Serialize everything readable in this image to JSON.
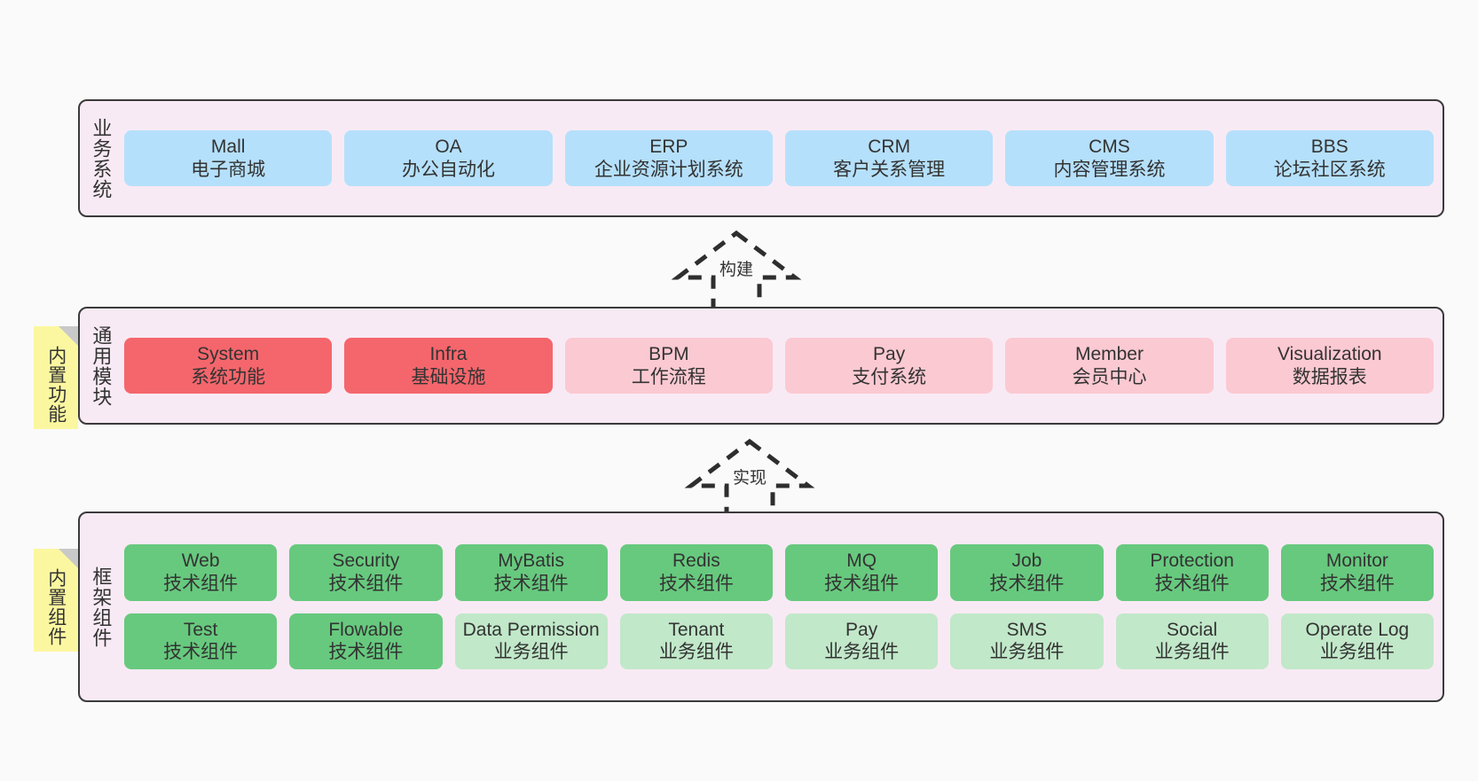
{
  "diagram": {
    "background": "#fafafa",
    "layer_bg": "#f8eaf4",
    "note_bg": "#fbf7a0",
    "colors": {
      "business": "#b5e0fb",
      "core_module": "#f4666c",
      "module": "#fbc9d2",
      "tech_component": "#67c97e",
      "biz_component": "#c1e8c9"
    }
  },
  "layers": {
    "business": {
      "title": "业务系统",
      "items": [
        {
          "en": "Mall",
          "zh": "电子商城"
        },
        {
          "en": "OA",
          "zh": "办公自动化"
        },
        {
          "en": "ERP",
          "zh": "企业资源计划系统"
        },
        {
          "en": "CRM",
          "zh": "客户关系管理"
        },
        {
          "en": "CMS",
          "zh": "内容管理系统"
        },
        {
          "en": "BBS",
          "zh": "论坛社区系统"
        }
      ]
    },
    "common": {
      "title": "通用模块",
      "note": "内置功能",
      "items": [
        {
          "en": "System",
          "zh": "系统功能",
          "tone": "core"
        },
        {
          "en": "Infra",
          "zh": "基础设施",
          "tone": "core"
        },
        {
          "en": "BPM",
          "zh": "工作流程",
          "tone": "normal"
        },
        {
          "en": "Pay",
          "zh": "支付系统",
          "tone": "normal"
        },
        {
          "en": "Member",
          "zh": "会员中心",
          "tone": "normal"
        },
        {
          "en": "Visualization",
          "zh": "数据报表",
          "tone": "normal"
        }
      ]
    },
    "framework": {
      "title": "框架组件",
      "note": "内置组件",
      "row1": [
        {
          "en": "Web",
          "zh": "技术组件"
        },
        {
          "en": "Security",
          "zh": "技术组件"
        },
        {
          "en": "MyBatis",
          "zh": "技术组件"
        },
        {
          "en": "Redis",
          "zh": "技术组件"
        },
        {
          "en": "MQ",
          "zh": "技术组件"
        },
        {
          "en": "Job",
          "zh": "技术组件"
        },
        {
          "en": "Protection",
          "zh": "技术组件"
        },
        {
          "en": "Monitor",
          "zh": "技术组件"
        }
      ],
      "row2": [
        {
          "en": "Test",
          "zh": "技术组件",
          "tone": "tech"
        },
        {
          "en": "Flowable",
          "zh": "技术组件",
          "tone": "tech"
        },
        {
          "en": "Data Permission",
          "zh": "业务组件",
          "tone": "biz"
        },
        {
          "en": "Tenant",
          "zh": "业务组件",
          "tone": "biz"
        },
        {
          "en": "Pay",
          "zh": "业务组件",
          "tone": "biz"
        },
        {
          "en": "SMS",
          "zh": "业务组件",
          "tone": "biz"
        },
        {
          "en": "Social",
          "zh": "业务组件",
          "tone": "biz"
        },
        {
          "en": "Operate Log",
          "zh": "业务组件",
          "tone": "biz"
        }
      ]
    }
  },
  "connectors": [
    {
      "label": "构建"
    },
    {
      "label": "实现"
    }
  ]
}
